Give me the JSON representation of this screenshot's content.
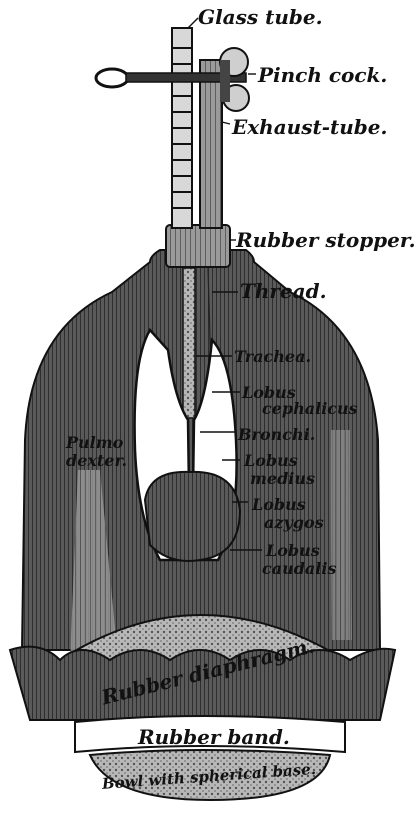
{
  "labels": {
    "glass_tube": "Glass tube.",
    "pinch_cock": "Pinch cock.",
    "exhaust_tube": "Exhaust-tube.",
    "rubber_stopper": "Rubber stopper.",
    "thread": "Thread.",
    "trachea": "Trachea.",
    "lobus_cephalicus_1": "Lobus",
    "lobus_cephalicus_2": "cephalicus",
    "bronchi": "Bronchi.",
    "lobus_medius_1": "Lobus",
    "lobus_medius_2": "medius",
    "lobus_azygos_1": "Lobus",
    "lobus_azygos_2": "azygos",
    "lobus_caudalis_1": "Lobus",
    "lobus_caudalis_2": "caudalis",
    "pulmo_dexter_1": "Pulmo",
    "pulmo_dexter_2": "dexter.",
    "rubber_diaphragm": "Rubber diaphragm.",
    "rubber_band": "Rubber band.",
    "bowl": "Bowl with spherical base."
  },
  "colors": {
    "ink": "#111111",
    "glass": "#3a3a3a",
    "lung": "#4a4a4a",
    "paper": "#ffffff"
  }
}
